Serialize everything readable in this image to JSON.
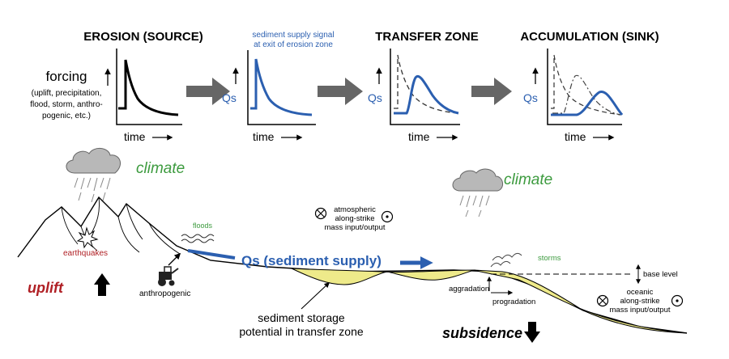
{
  "panels": {
    "erosion_title": "EROSION (SOURCE)",
    "transfer_title": "TRANSFER ZONE",
    "accumulation_title": "ACCUMULATION (SINK)",
    "signal_note_1": "sediment supply signal",
    "signal_note_2": "at exit of erosion zone",
    "forcing_label": "forcing",
    "forcing_detail": [
      "(uplift, precipitation,",
      "flood, storm, anthro-",
      "pogenic, etc.)"
    ],
    "qs_label": "Qs",
    "time_label": "time"
  },
  "landscape": {
    "climate_left": "climate",
    "climate_right": "climate",
    "floods": "floods",
    "earthquakes": "earthquakes",
    "uplift": "uplift",
    "anthropogenic": "anthropogenic",
    "qs_supply": "Qs (sediment supply)",
    "atmospheric": [
      "atmospheric",
      "along-strike",
      "mass input/output"
    ],
    "oceanic": [
      "oceanic",
      "along-strike",
      "mass input/output"
    ],
    "storms": "storms",
    "base_level": "base level",
    "aggradation": "aggradation",
    "progradation": "progradation",
    "storage": [
      "sediment storage",
      "potential in transfer zone"
    ],
    "subsidence": "subsidence"
  },
  "colors": {
    "signal_blue": "#2b5fb0",
    "climate_green": "#3d9b3f",
    "uplift_red": "#b02025",
    "sediment_yellow": "#eeea8a",
    "arrow_gray": "#666666",
    "cloud_gray": "#b8b8b8"
  }
}
